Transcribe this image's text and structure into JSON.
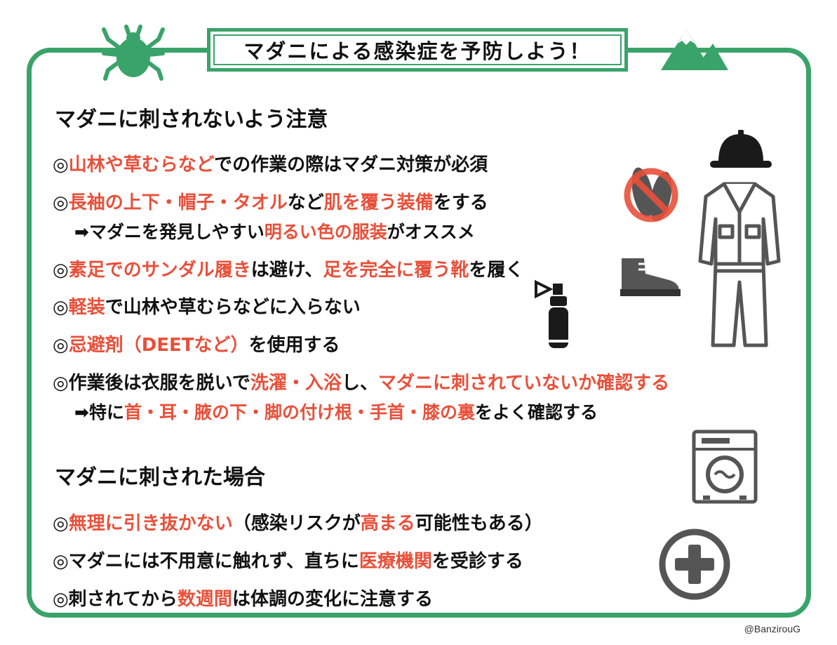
{
  "title": "マダニによる感染症を予防しよう！",
  "sections": [
    {
      "heading": "マダニに刺されないよう注意",
      "lines": [
        {
          "sub": false,
          "segments": [
            {
              "text": "◎",
              "hl": false
            },
            {
              "text": "山林や草むらなど",
              "hl": true
            },
            {
              "text": "での作業の際はマダニ対策が必須",
              "hl": false
            }
          ]
        },
        {
          "sub": false,
          "segments": [
            {
              "text": "◎",
              "hl": false
            },
            {
              "text": "長袖の上下・帽子・タオル",
              "hl": true
            },
            {
              "text": "など",
              "hl": false
            },
            {
              "text": "肌を覆う装備",
              "hl": true
            },
            {
              "text": "をする",
              "hl": false
            }
          ]
        },
        {
          "sub": true,
          "segments": [
            {
              "text": "➡マダニを発見しやすい",
              "hl": false
            },
            {
              "text": "明るい色の服装",
              "hl": true
            },
            {
              "text": "がオススメ",
              "hl": false
            }
          ]
        },
        {
          "sub": false,
          "segments": [
            {
              "text": "◎",
              "hl": false
            },
            {
              "text": "素足でのサンダル履き",
              "hl": true
            },
            {
              "text": "は避け、",
              "hl": false
            },
            {
              "text": "足を完全に覆う靴",
              "hl": true
            },
            {
              "text": "を履く",
              "hl": false
            }
          ]
        },
        {
          "sub": false,
          "segments": [
            {
              "text": "◎",
              "hl": false
            },
            {
              "text": "軽装",
              "hl": true
            },
            {
              "text": "で山林や草むらなどに入らない",
              "hl": false
            }
          ]
        },
        {
          "sub": false,
          "segments": [
            {
              "text": "◎",
              "hl": false
            },
            {
              "text": "忌避剤（DEETなど）",
              "hl": true
            },
            {
              "text": "を使用する",
              "hl": false
            }
          ]
        },
        {
          "sub": false,
          "segments": [
            {
              "text": "◎作業後は衣服を脱いで",
              "hl": false
            },
            {
              "text": "洗濯・入浴",
              "hl": true
            },
            {
              "text": "し、",
              "hl": false
            },
            {
              "text": "マダニに刺されていないか確認する",
              "hl": true
            }
          ]
        },
        {
          "sub": true,
          "segments": [
            {
              "text": "➡特に",
              "hl": false
            },
            {
              "text": "首・耳・腋の下・脚の付け根・手首・膝の裏",
              "hl": true
            },
            {
              "text": "をよく確認する",
              "hl": false
            }
          ]
        }
      ]
    },
    {
      "heading": "マダニに刺された場合",
      "lines": [
        {
          "sub": false,
          "segments": [
            {
              "text": "◎",
              "hl": false
            },
            {
              "text": "無理に引き抜かない",
              "hl": true
            },
            {
              "text": "（感染リスクが",
              "hl": false
            },
            {
              "text": "高まる",
              "hl": true
            },
            {
              "text": "可能性もある）",
              "hl": false
            }
          ]
        },
        {
          "sub": false,
          "segments": [
            {
              "text": "◎マダニには不用意に触れず、直ちに",
              "hl": false
            },
            {
              "text": "医療機関",
              "hl": true
            },
            {
              "text": "を受診する",
              "hl": false
            }
          ]
        },
        {
          "sub": false,
          "segments": [
            {
              "text": "◎刺されてから",
              "hl": false
            },
            {
              "text": "数週間",
              "hl": true
            },
            {
              "text": "は体調の変化に注意する",
              "hl": false
            }
          ]
        }
      ]
    }
  ],
  "credit": "@BanzirouG",
  "icons": [
    "tick-icon",
    "mountain-icon",
    "helmet-icon",
    "no-sandals-icon",
    "work-clothes-icon",
    "boot-icon",
    "spray-icon",
    "washing-machine-icon",
    "medical-cross-icon"
  ],
  "colors": {
    "frame": "#3aa36a",
    "highlight": "#e8503a",
    "text": "#111111",
    "icon_gray": "#555555"
  }
}
